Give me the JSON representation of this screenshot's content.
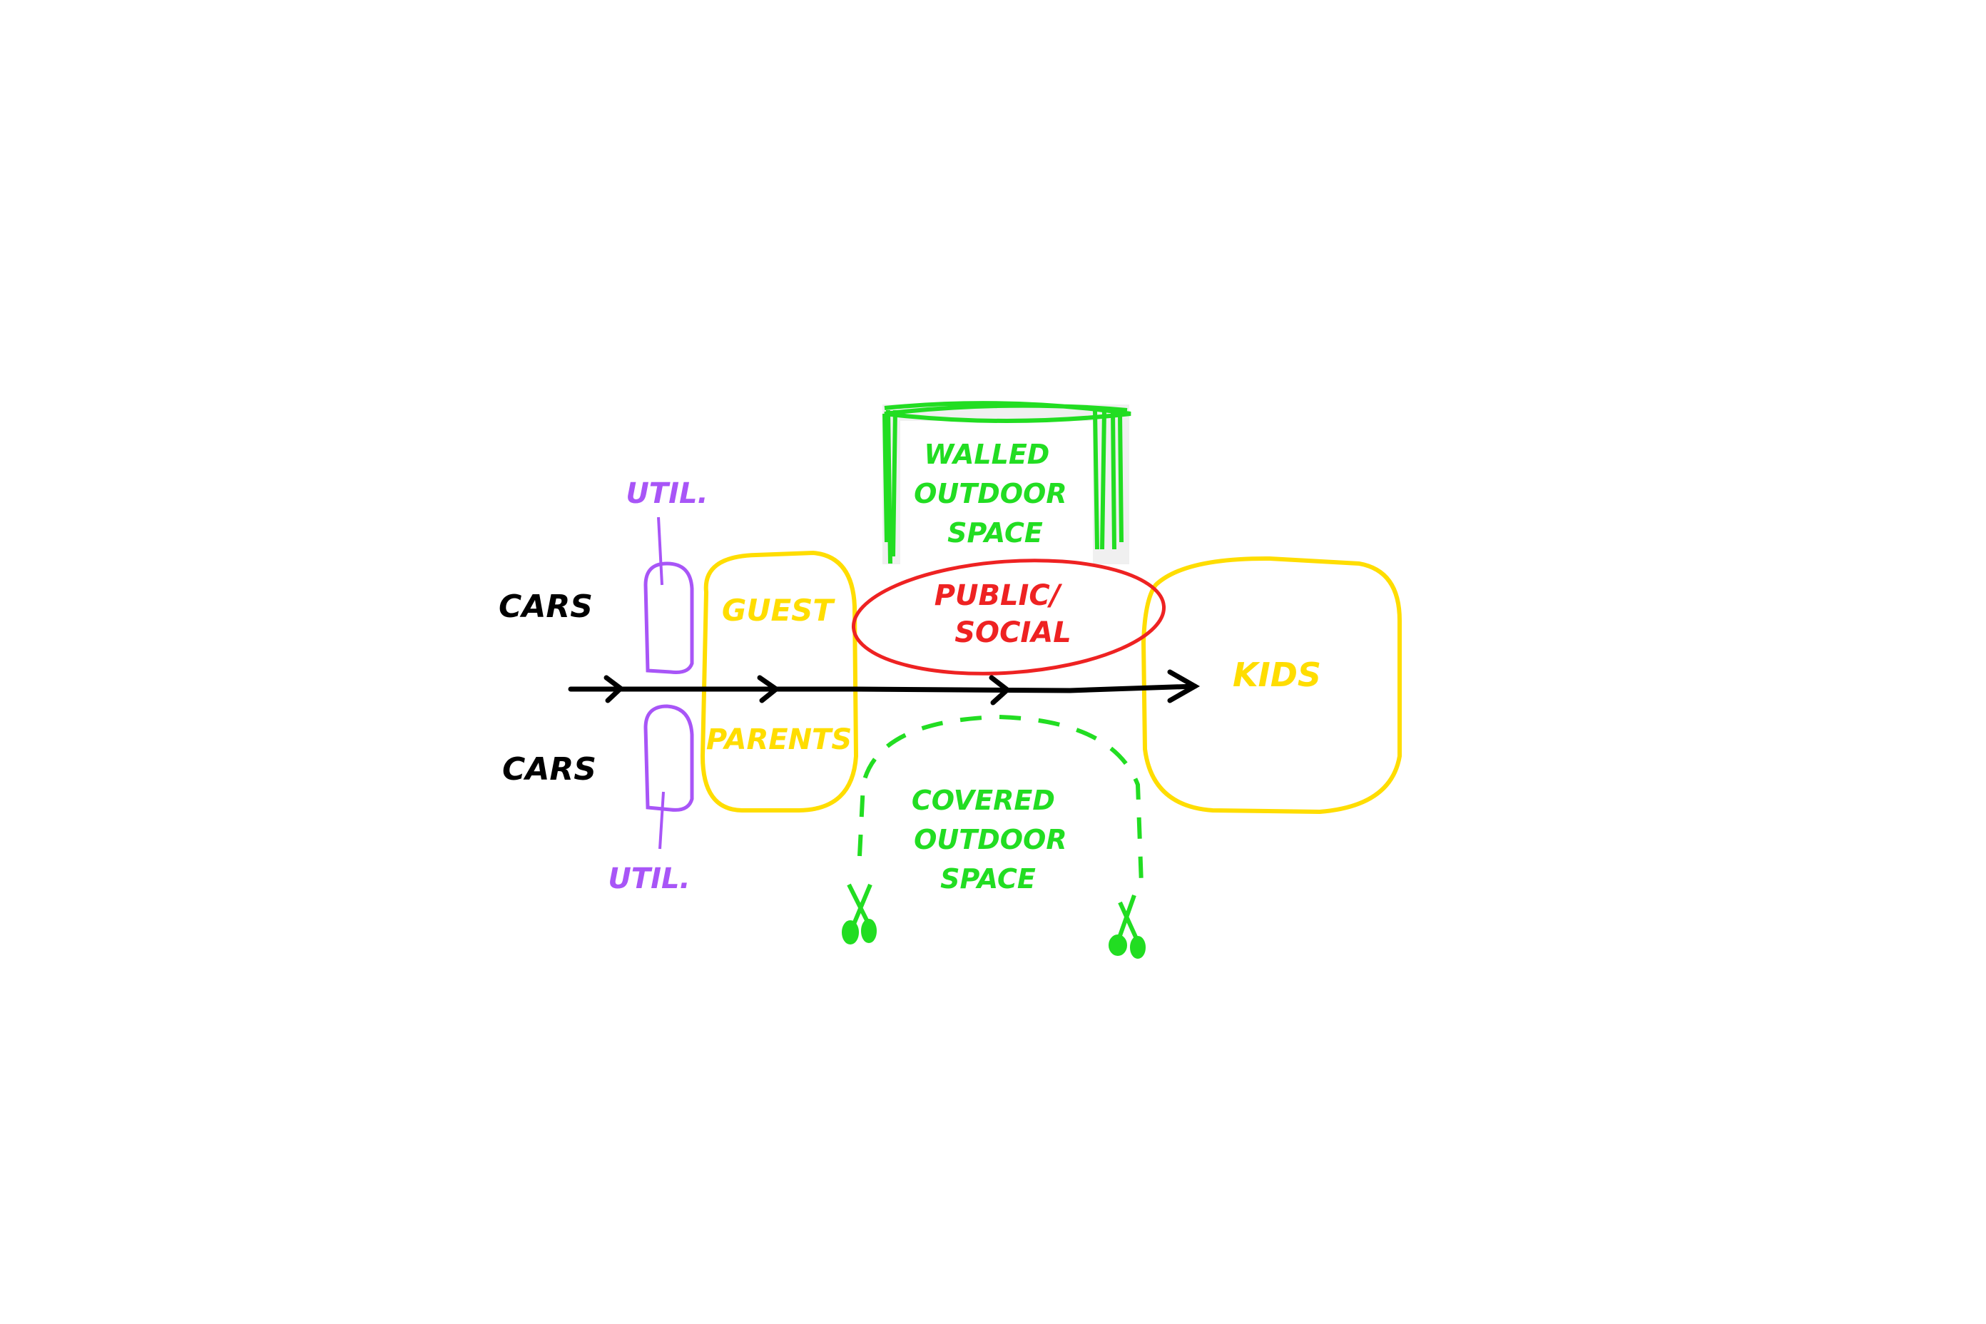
{
  "labels": {
    "walled": [
      "WALLED",
      "OUTDOOR",
      "SPACE"
    ],
    "public": [
      "PUBLIC/",
      "SOCIAL"
    ],
    "guest": "GUEST",
    "parents": "PARENTS",
    "kids": "KIDS",
    "cars_top": "CARS",
    "cars_bottom": "CARS",
    "util_top": "UTIL.",
    "util_bottom": "UTIL.",
    "covered": [
      "COVERED",
      "OUTDOOR",
      "SPACE"
    ]
  },
  "colors": {
    "green": "#22dd22",
    "red": "#ee2222",
    "yellow": "#ffdd00",
    "purple": "#a855f7",
    "black": "#000000"
  }
}
